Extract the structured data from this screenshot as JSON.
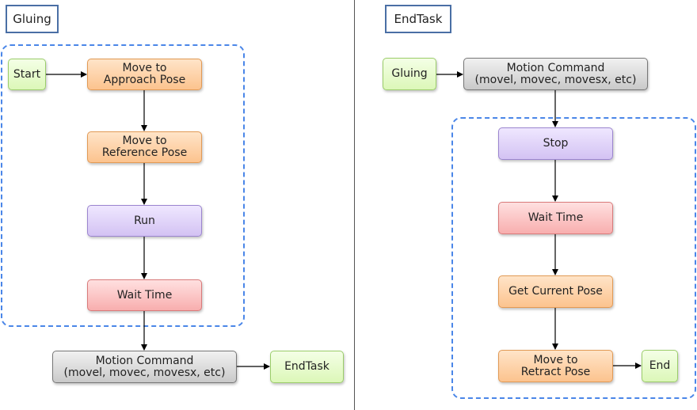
{
  "panels": [
    {
      "title": "Gluing",
      "nodes": {
        "start": "Start",
        "move_approach": "Move to\nApproach Pose",
        "move_reference": "Move to\nReference Pose",
        "run": "Run",
        "wait_time": "Wait Time",
        "motion_command": "Motion Command\n(movel, movec, movesx, etc)",
        "endtask": "EndTask"
      }
    },
    {
      "title": "EndTask",
      "nodes": {
        "gluing": "Gluing",
        "motion_command": "Motion Command\n(movel, movec, movesx, etc)",
        "stop": "Stop",
        "wait_time": "Wait Time",
        "get_current_pose": "Get Current Pose",
        "move_retract": "Move to\nRetract Pose",
        "end": "End"
      }
    }
  ],
  "colors": {
    "group_border": "#4a86e8",
    "title_border": "#4a6fa5",
    "arrow": "#000000"
  }
}
